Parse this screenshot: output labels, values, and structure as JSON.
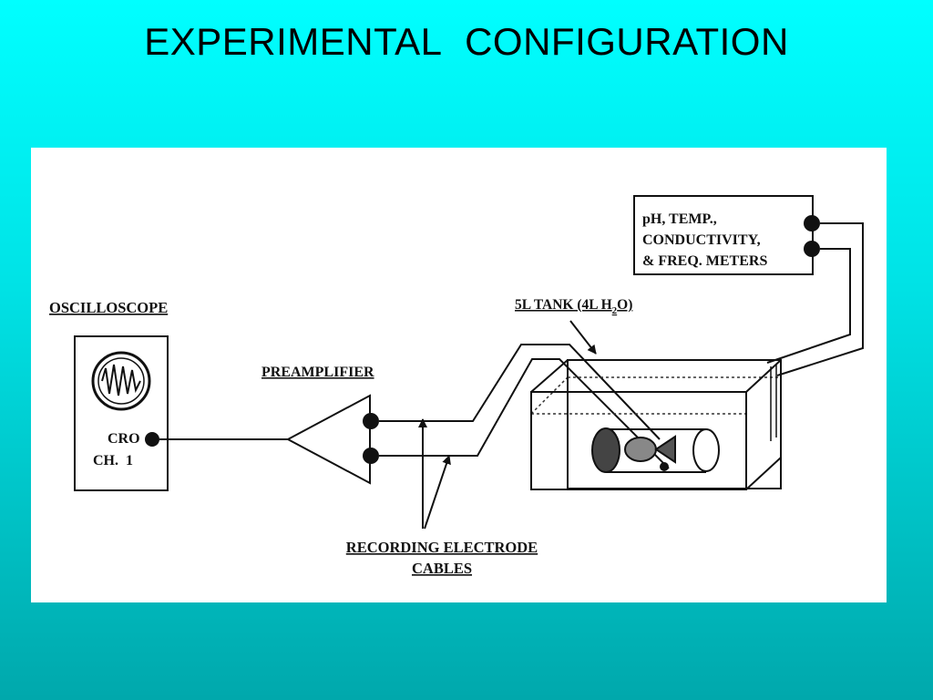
{
  "slide": {
    "title": "EXPERIMENTAL  CONFIGURATION",
    "background_colors": [
      "#00FFFF",
      "#00A8AC"
    ]
  },
  "diagram": {
    "oscilloscope": {
      "heading": "OSCILLOSCOPE",
      "channel_line1": "CRO",
      "channel_line2": "CH.  1"
    },
    "preamplifier": {
      "heading": "PREAMPLIFIER"
    },
    "tank": {
      "heading_main": "5L TANK (4L H",
      "heading_sub": "2",
      "heading_end": "O)"
    },
    "meters": {
      "line1": "pH, TEMP.,",
      "line2": "CONDUCTIVITY,",
      "line3": "& FREQ. METERS"
    },
    "cables": {
      "line1": "RECORDING ELECTRODE",
      "line2": "CABLES"
    }
  }
}
